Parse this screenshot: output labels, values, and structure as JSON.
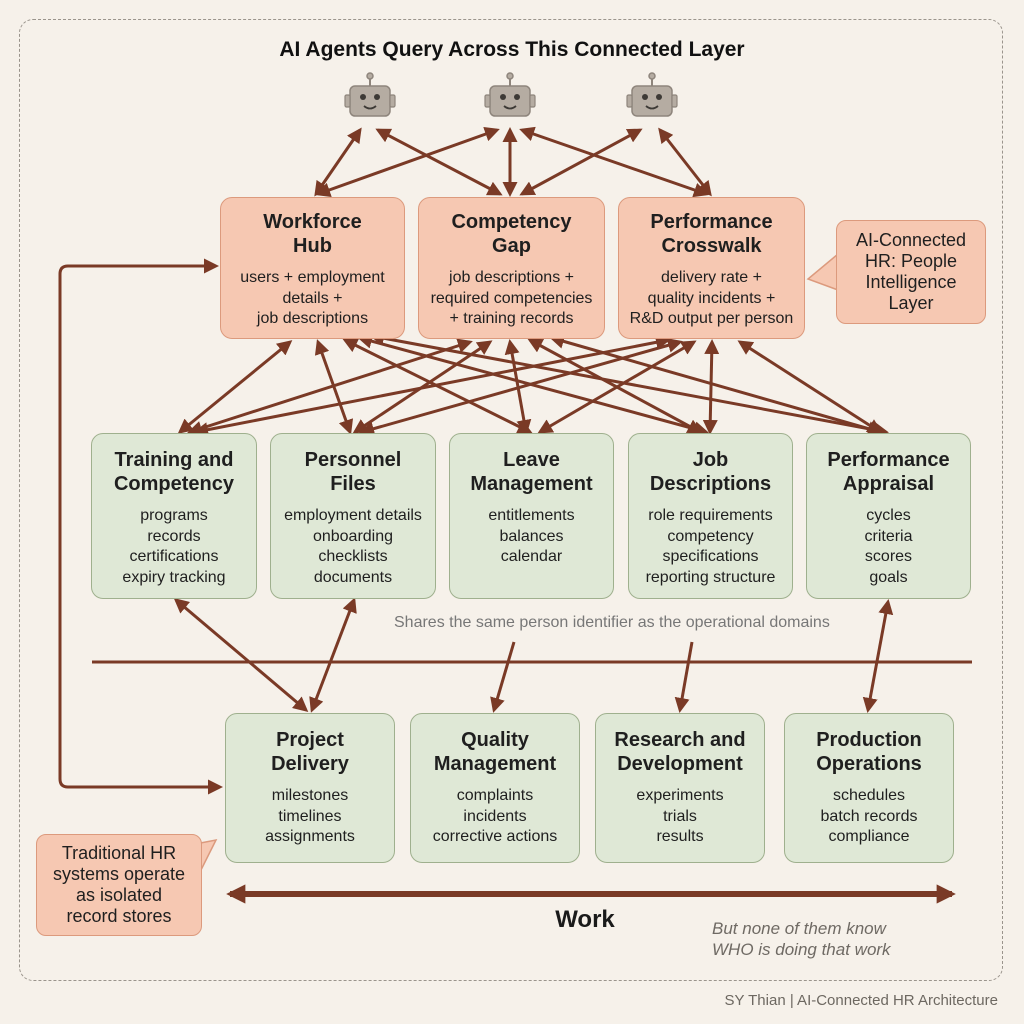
{
  "title": "AI Agents Query Across This Connected Layer",
  "agents": [
    {
      "icon": "robot-icon"
    },
    {
      "icon": "robot-icon"
    },
    {
      "icon": "robot-icon"
    }
  ],
  "top_boxes": [
    {
      "title": "Workforce\nHub",
      "items": [
        "users + employment",
        "details +",
        "job descriptions"
      ]
    },
    {
      "title": "Competency\nGap",
      "items": [
        "job descriptions +",
        "required competencies",
        "+ training records"
      ]
    },
    {
      "title": "Performance\nCrosswalk",
      "items": [
        "delivery rate +",
        "quality incidents +",
        "R&D output per person"
      ]
    }
  ],
  "layer_callout": "AI-Connected\nHR: People\nIntelligence\nLayer",
  "mid_boxes": [
    {
      "title": "Training and\nCompetency",
      "items": [
        "programs",
        "records",
        "certifications",
        "expiry tracking"
      ]
    },
    {
      "title": "Personnel\nFiles",
      "items": [
        "employment details",
        "onboarding",
        "checklists",
        "documents"
      ]
    },
    {
      "title": "Leave\nManagement",
      "items": [
        "entitlements",
        "balances",
        "calendar"
      ]
    },
    {
      "title": "Job\nDescriptions",
      "items": [
        "role requirements",
        "competency",
        "specifications",
        "reporting structure"
      ]
    },
    {
      "title": "Performance\nAppraisal",
      "items": [
        "cycles",
        "criteria",
        "scores",
        "goals"
      ]
    }
  ],
  "shared_note": "Shares the same person identifier as the operational domains",
  "bottom_boxes": [
    {
      "title": "Project\nDelivery",
      "items": [
        "milestones",
        "timelines",
        "assignments"
      ]
    },
    {
      "title": "Quality\nManagement",
      "items": [
        "complaints",
        "incidents",
        "corrective actions"
      ]
    },
    {
      "title": "Research and\nDevelopment",
      "items": [
        "experiments",
        "trials",
        "results"
      ]
    },
    {
      "title": "Production\nOperations",
      "items": [
        "schedules",
        "batch records",
        "compliance"
      ]
    }
  ],
  "traditional_callout": "Traditional HR\nsystems operate\nas isolated\nrecord stores",
  "work_label": "Work",
  "work_note": "But none of them know\nWHO is doing that work",
  "footer": "SY Thian | AI-Connected HR Architecture",
  "colors": {
    "arrow": "#7a3a26",
    "hr_layer_fill": "#f6c8b2",
    "system_fill": "#dfe8d6",
    "background": "#f6f1ea",
    "robot": "#b5aca2"
  }
}
